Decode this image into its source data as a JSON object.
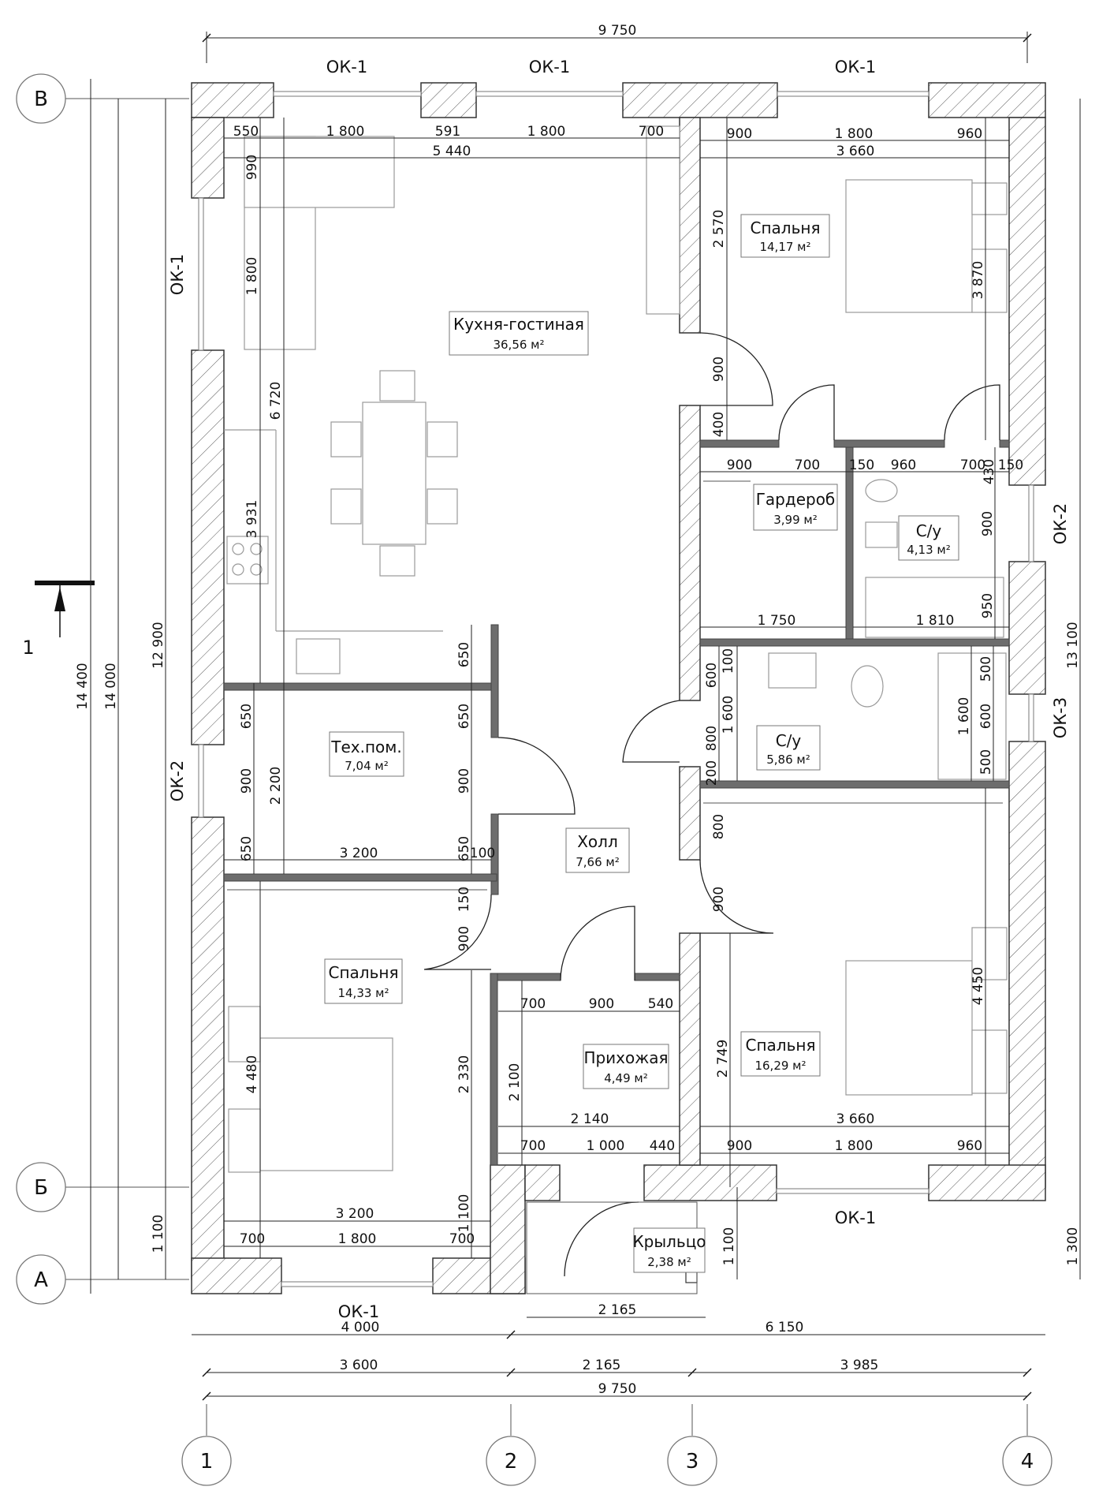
{
  "rooms": {
    "kitchen": {
      "name": "Кухня-гостиная",
      "area": "36,56 м²"
    },
    "bedroom_ne": {
      "name": "Спальня",
      "area": "14,17 м²"
    },
    "wardrobe": {
      "name": "Гардероб",
      "area": "3,99 м²"
    },
    "bath1": {
      "name": "С/у",
      "area": "4,13 м²"
    },
    "bath2": {
      "name": "С/у",
      "area": "5,86 м²"
    },
    "tech": {
      "name": "Тех.пом.",
      "area": "7,04 м²"
    },
    "hall": {
      "name": "Холл",
      "area": "7,66 м²"
    },
    "bedroom_sw": {
      "name": "Спальня",
      "area": "14,33 м²"
    },
    "entry": {
      "name": "Прихожая",
      "area": "4,49 м²"
    },
    "bedroom_se": {
      "name": "Спальня",
      "area": "16,29 м²"
    },
    "porch": {
      "name": "Крыльцо",
      "area": "2,38 м²"
    }
  },
  "windows": {
    "top_left": "ОК-1",
    "top_mid": "ОК-1",
    "top_right": "ОК-1",
    "left_top": "ОК-1",
    "left_mid": "ОК-2",
    "right_top": "ОК-2",
    "right_mid": "ОК-3",
    "bottom_right": "ОК-1",
    "bottom_left": "ОК-1"
  },
  "axes": {
    "rows": [
      "В",
      "Б",
      "А"
    ],
    "cols": [
      "1",
      "2",
      "3",
      "4"
    ],
    "section_mark": "1"
  },
  "dims": {
    "top_total": "9 750",
    "top_row1": [
      "550",
      "1 800",
      "591",
      "1 800",
      "700"
    ],
    "kitchen_width": "5 440",
    "ne_row1": [
      "900",
      "1 800",
      "960"
    ],
    "ne_width": "3 660",
    "ne_vert_2570": "2 570",
    "ne_vert_3870": "3 870",
    "ne_vert_900": "900",
    "ne_vert_400": "400",
    "k_vert_990": "990",
    "k_vert_1800": "1 800",
    "k_vert_6720": "6 720",
    "k_vert_3931": "3 931",
    "mid_row": [
      "900",
      "700",
      "150",
      "960",
      "700",
      "430",
      "150"
    ],
    "wardrobe_h": "900",
    "wardrobe_w": "1 750",
    "bath1_w": "1 810",
    "bath1_h": "950",
    "b2_vert": [
      "600",
      "100",
      "800",
      "200"
    ],
    "b2_h": "1 600",
    "b2_right": [
      "500",
      "600",
      "500"
    ],
    "b2_right_total": "1 600",
    "hall_vert_800": "800",
    "hall_vert_900": "900",
    "tech_vert": [
      "650",
      "900",
      "650"
    ],
    "tech_h": "2 200",
    "tech_right": [
      "650",
      "650",
      "900",
      "650",
      "100"
    ],
    "tech_w": "3 200",
    "hall_150": "150",
    "hall_900_left": "900",
    "left_12900": "12 900",
    "left_14400": "14 400",
    "left_14000": "14 000",
    "left_1100": "1 100",
    "entry_row": [
      "700",
      "900",
      "540"
    ],
    "entry_h": "2 100",
    "entry_w": "2 140",
    "entry_row2": [
      "700",
      "1 000",
      "440"
    ],
    "se_vert": "2 749",
    "se_vert2": "4 450",
    "se_width": "3 660",
    "se_row": [
      "900",
      "1 800",
      "960"
    ],
    "sw_vert": "4 480",
    "sw_vert2": "2 330",
    "sw_width": "3 200",
    "sw_row": [
      "700",
      "1 800",
      "700"
    ],
    "sw_vert3": "1 100",
    "porch_h": "1 100",
    "right_13100": "13 100",
    "right_1300": "1 300",
    "bottom_2165a": "2 165",
    "bottom_row1": [
      "4 000",
      "6 150"
    ],
    "bottom_row2": [
      "3 600",
      "2 165",
      "3 985"
    ],
    "bottom_total": "9 750"
  }
}
